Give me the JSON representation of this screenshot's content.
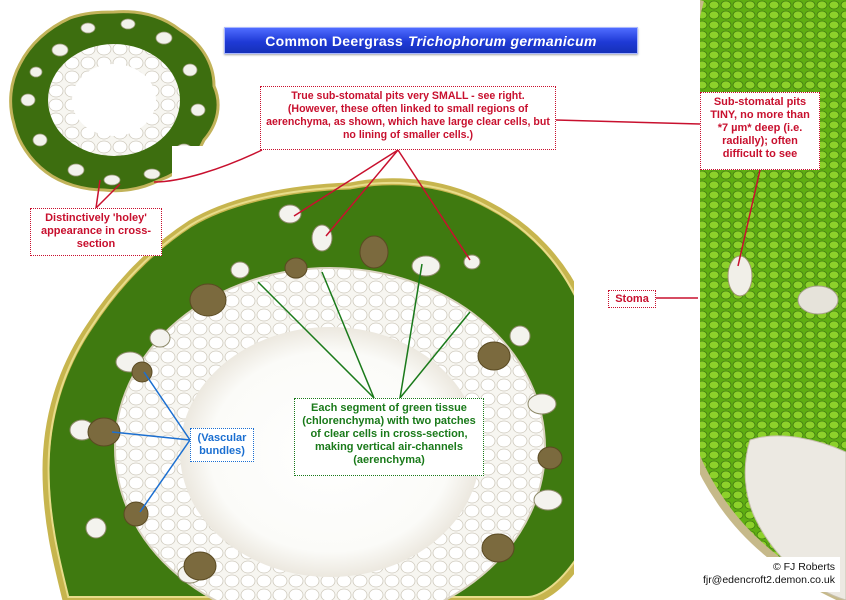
{
  "title": {
    "prefix": "Common Deergrass",
    "species": "Trichophorum germanicum"
  },
  "annotations": {
    "pits_small": "True sub-stomatal pits very SMALL - see right. (However, these often linked to small regions of aerenchyma, as shown, which have large clear cells, but no lining of smaller cells.)",
    "holey": "Distinctively 'holey' appearance in cross-section",
    "tiny_pits": "Sub-stomatal pits TINY, no more than *7 µm* deep (i.e. radially); often difficult to see",
    "stoma": "Stoma",
    "vascular": "(Vascular bundles)",
    "segments": "Each segment of green tissue (chlorenchyma) with two patches of clear cells in cross-section, making vertical air-channels (aerenchyma)"
  },
  "credit": {
    "author": "© FJ Roberts",
    "email": "fjr@edencroft2.demon.co.uk"
  },
  "colors": {
    "annotation_red": "#c8102e",
    "annotation_green": "#1a7a1a",
    "annotation_blue": "#1b6fd1",
    "banner_blue": "#1f3ad6",
    "chlorenchyma": "#3f7a10"
  }
}
